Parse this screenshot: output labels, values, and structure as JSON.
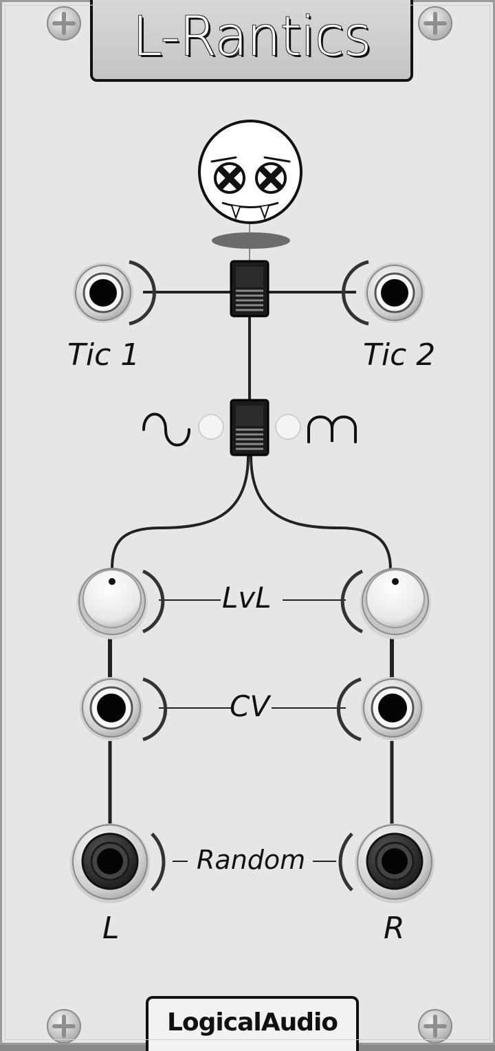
{
  "module": {
    "title": "L-Rantics",
    "brand": "LogicalAudio"
  },
  "labels": {
    "tic1": "Tic 1",
    "tic2": "Tic 2",
    "level": "LvL",
    "cv": "CV",
    "random": "Random",
    "left": "L",
    "right": "R"
  },
  "icons": {
    "mascot": "dead-face-icon",
    "waveform_smooth": "sine-wave-icon",
    "waveform_stepped": "bumps-wave-icon"
  },
  "colors": {
    "panel": "#e6e6e6",
    "ink": "#111111",
    "title_plate": "#cfcfcf",
    "led_off": "#f4f4f4"
  }
}
